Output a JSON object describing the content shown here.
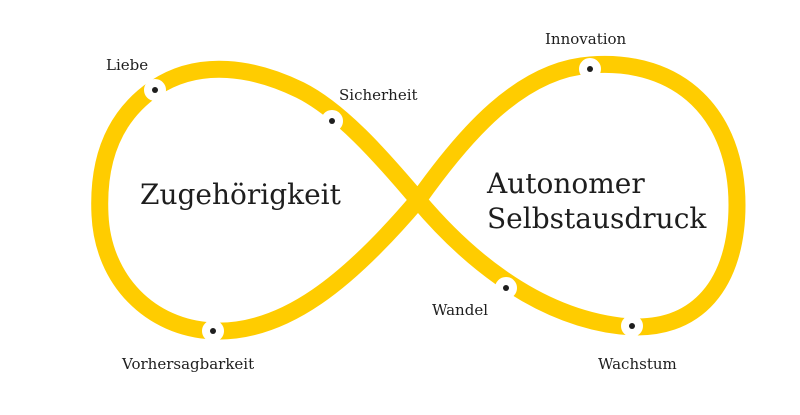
{
  "diagram": {
    "left_label": "Zugehörigkeit",
    "right_label_line1": "Autonomer",
    "right_label_line2": "Selbstausdruck",
    "points": [
      {
        "name": "Liebe"
      },
      {
        "name": "Sicherheit"
      },
      {
        "name": "Vorhersagbarkeit"
      },
      {
        "name": "Innovation"
      },
      {
        "name": "Wandel"
      },
      {
        "name": "Wachstum"
      }
    ]
  },
  "colors": {
    "loop": "#ffcc00",
    "marker_fill": "#ffffff",
    "marker_dot": "#1e1e1e",
    "text": "#1e1e1e"
  }
}
